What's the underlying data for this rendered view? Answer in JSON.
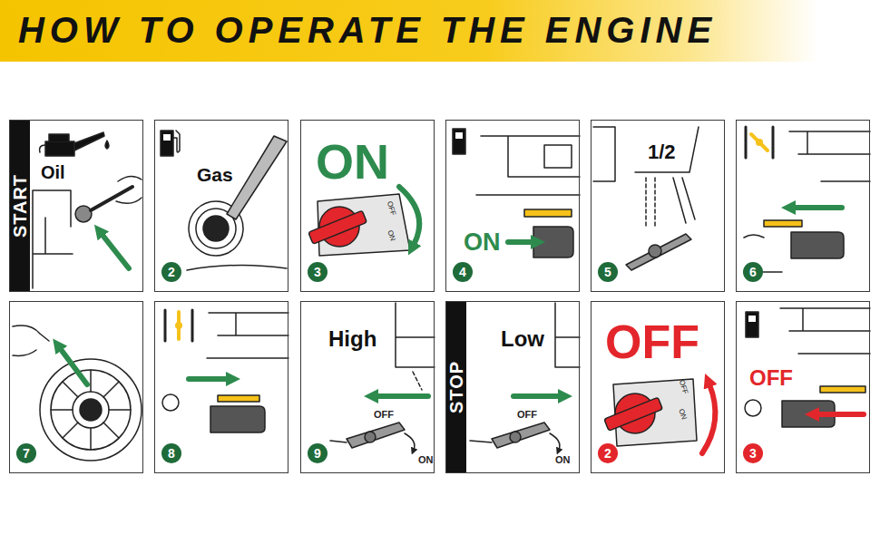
{
  "diagram": {
    "title": "HOW TO OPERATE THE ENGINE",
    "nodes": [
      {
        "text": [
          "Oil"
        ]
      },
      {
        "text": [
          "START"
        ],
        "in": 0
      },
      {
        "text": [
          "Gas"
        ]
      },
      {
        "text": [
          "2"
        ],
        "in": 2
      },
      {
        "text": [
          "ON"
        ]
      },
      {
        "text": [
          "3"
        ],
        "in": 4
      },
      {
        "text": [
          "ON"
        ]
      },
      {
        "text": [
          "4"
        ],
        "in": 6
      },
      {
        "text": [
          "1/2"
        ]
      },
      {
        "text": [
          "5"
        ],
        "in": 8
      },
      {
        "text": []
      },
      {
        "text": [
          "6"
        ],
        "in": 10
      },
      {
        "text": []
      },
      {
        "text": [
          "7"
        ],
        "in": 12
      },
      {
        "text": []
      },
      {
        "text": [
          "8"
        ],
        "in": 14
      },
      {
        "text": [
          "High"
        ]
      },
      {
        "text": [
          "9"
        ],
        "in": 16
      },
      {
        "text": [
          "Low"
        ]
      },
      {
        "text": [
          "STOP"
        ],
        "in": 18
      },
      {
        "text": [
          "OFF"
        ]
      },
      {
        "text": [
          "2"
        ],
        "in": 20
      },
      {
        "text": [
          "OFF"
        ]
      },
      {
        "text": [
          "3"
        ],
        "in": 22
      }
    ],
    "labels": [
      "OFF",
      "ON",
      "OFF",
      "ON",
      "OFF",
      "ON",
      "OFF",
      "ON"
    ]
  }
}
